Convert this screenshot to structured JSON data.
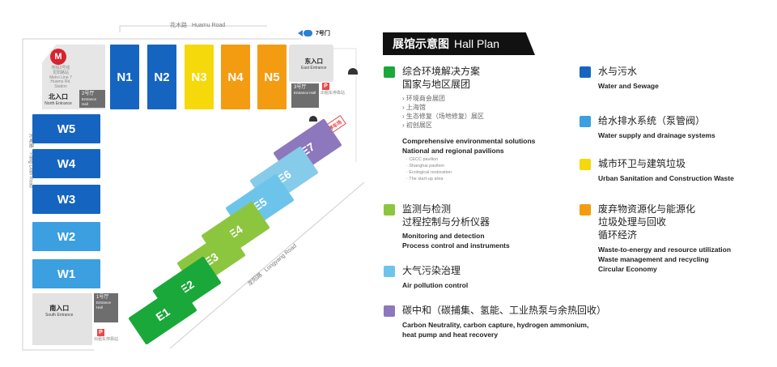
{
  "map": {
    "roads": {
      "north_cn": "花木路",
      "north_en": "Huamu Road",
      "west_cn": "芳甸路",
      "west_en": "Fang Dian Road",
      "diag_cn": "龙阳路",
      "diag_en": "Longyang Road"
    },
    "gate7": "7号门",
    "metro_line": "地铁2号线",
    "metro_station": "龙阳路站",
    "metro_en": "Metro Line 7 Huamu Rd. Station",
    "entrances": {
      "north_cn": "北入口",
      "north_en": "North Entrance",
      "east_cn": "东入口",
      "east_en": "East Entrance",
      "south_cn": "南入口",
      "south_en": "South Entrance"
    },
    "gates": {
      "gate2_cn": "2号厅",
      "gate2_en": "Entrance Hall",
      "gate3_cn": "3号厅",
      "gate3_en": "Entrance Hall",
      "gate1_cn": "1号厅",
      "gate1_en": "Entrance Hall"
    },
    "parking": {
      "p_label": "P",
      "p1_label": "P1停车场",
      "p_note": "出租车停靠站"
    },
    "halls_north": [
      "N1",
      "N2",
      "N3",
      "N4",
      "N5"
    ],
    "halls_west": [
      "W5",
      "W4",
      "W3",
      "W2",
      "W1"
    ],
    "halls_east": [
      "E7",
      "E6",
      "E5",
      "E4",
      "E3",
      "E2",
      "E1"
    ]
  },
  "legend": {
    "title_cn": "展馆示意图",
    "title_en": "Hall Plan",
    "items": [
      {
        "color": "#1aa83a",
        "cn": [
          "综合环境解决方案",
          "国家与地区展团"
        ],
        "subs_cn": [
          "环境商会展团",
          "上海馆",
          "生态修复（场地修复）展区",
          "初创展区"
        ],
        "en": [
          "Comprehensive environmental solutions",
          "National and regional pavilions"
        ],
        "subs_en": [
          "CECC pavilion",
          "Shanghai pavilion",
          "Ecological restoration",
          "The start-up area"
        ]
      },
      {
        "color": "#8cc63f",
        "cn": [
          "监测与检测",
          "过程控制与分析仪器"
        ],
        "en": [
          "Monitoring and detection",
          "Process control and instruments"
        ]
      },
      {
        "color": "#6cc4ea",
        "cn": [
          "大气污染治理"
        ],
        "en": [
          "Air pollution control"
        ]
      },
      {
        "color": "#8d77bd",
        "cn": [
          "碳中和（碳捕集、氢能、工业热泵与余热回收）"
        ],
        "en": [
          "Carbon Neutrality, carbon capture, hydrogen ammonium,",
          "heat pump and heat recovery"
        ]
      },
      {
        "color": "#1565c0",
        "cn": [
          "水与污水"
        ],
        "en": [
          "Water and Sewage"
        ]
      },
      {
        "color": "#3b9fe0",
        "cn": [
          "给水排水系统（泵管阀）"
        ],
        "en": [
          "Water supply and drainage systems"
        ]
      },
      {
        "color": "#f5d90a",
        "cn": [
          "城市环卫与建筑垃圾"
        ],
        "en": [
          "Urban Sanitation and Construction Waste"
        ]
      },
      {
        "color": "#f39c12",
        "cn": [
          "废弃物资源化与能源化",
          "垃圾处理与回收",
          "循环经济"
        ],
        "en": [
          "Waste-to-energy and resource utilization",
          "Waste management and recycling",
          "Circular Economy"
        ]
      }
    ]
  },
  "colors": {
    "water": "#1565c0",
    "water_supply": "#3b9fe0",
    "sanitation": "#f5d90a",
    "waste": "#f39c12",
    "comprehensive": "#1aa83a",
    "monitoring": "#8cc63f",
    "air": "#6cc4ea",
    "carbon": "#8d77bd"
  }
}
